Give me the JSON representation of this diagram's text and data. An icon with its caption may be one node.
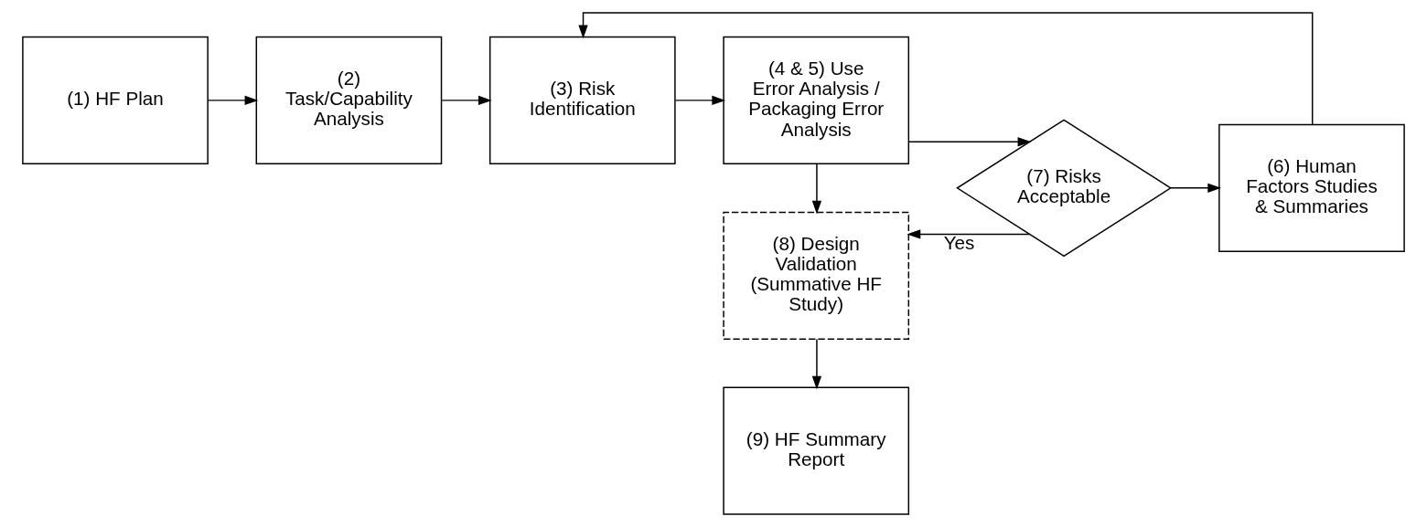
{
  "diagram": {
    "nodes": [
      {
        "text": [
          "(1) HF Plan"
        ]
      },
      {
        "text": [
          "(2) Task/Capability Analysis"
        ]
      },
      {
        "text": [
          "(3) Risk Identification"
        ]
      },
      {
        "text": [
          "(4 & 5) Use Error Analysis / Packaging Error Analysis"
        ]
      },
      {
        "text": [
          "(7) Risks Acceptable"
        ]
      },
      {
        "text": [
          "(6) Human Factors Studies & Summaries"
        ]
      },
      {
        "text": [
          "(8) Design Validation (Summative HF Study)"
        ]
      },
      {
        "text": [
          "(9) HF Summary Report"
        ]
      }
    ],
    "edges": [
      {
        "from": 0,
        "to": 1,
        "arrow": "to"
      },
      {
        "from": 1,
        "to": 2,
        "arrow": "to"
      },
      {
        "from": 2,
        "to": 3,
        "arrow": "to"
      },
      {
        "from": 3,
        "to": 4,
        "arrow": "to"
      },
      {
        "from": 4,
        "to": 5,
        "arrow": "to"
      },
      {
        "from": 5,
        "to": 2,
        "arrow": "to"
      },
      {
        "from": 3,
        "to": 6,
        "arrow": "to"
      },
      {
        "from": 4,
        "to": 6,
        "arrow": "to",
        "label": "Yes"
      },
      {
        "from": 6,
        "to": 7,
        "arrow": "to"
      }
    ]
  }
}
